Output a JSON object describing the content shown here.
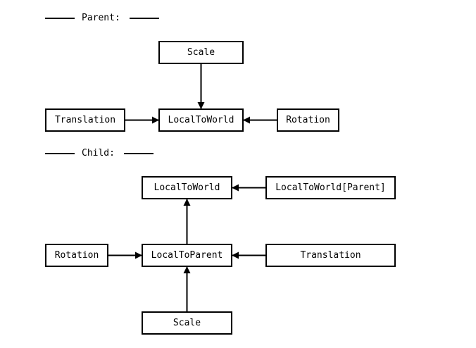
{
  "sections": {
    "parent": {
      "label": "Parent:",
      "nodes": {
        "scale": "Scale",
        "translation": "Translation",
        "local_to_world": "LocalToWorld",
        "rotation": "Rotation"
      }
    },
    "child": {
      "label": "Child:",
      "nodes": {
        "local_to_world": "LocalToWorld",
        "local_to_world_parent": "LocalToWorld[Parent]",
        "rotation": "Rotation",
        "local_to_parent": "LocalToParent",
        "translation": "Translation",
        "scale": "Scale"
      }
    }
  },
  "edges": [
    {
      "from": "parent-scale",
      "to": "parent-local-to-world"
    },
    {
      "from": "parent-translation",
      "to": "parent-local-to-world"
    },
    {
      "from": "parent-rotation",
      "to": "parent-local-to-world"
    },
    {
      "from": "child-local-to-world-parent",
      "to": "child-local-to-world"
    },
    {
      "from": "child-local-to-parent",
      "to": "child-local-to-world"
    },
    {
      "from": "child-rotation",
      "to": "child-local-to-parent"
    },
    {
      "from": "child-translation",
      "to": "child-local-to-parent"
    },
    {
      "from": "child-scale",
      "to": "child-local-to-parent"
    }
  ],
  "colors": {
    "stroke": "#000000",
    "background": "#ffffff"
  }
}
